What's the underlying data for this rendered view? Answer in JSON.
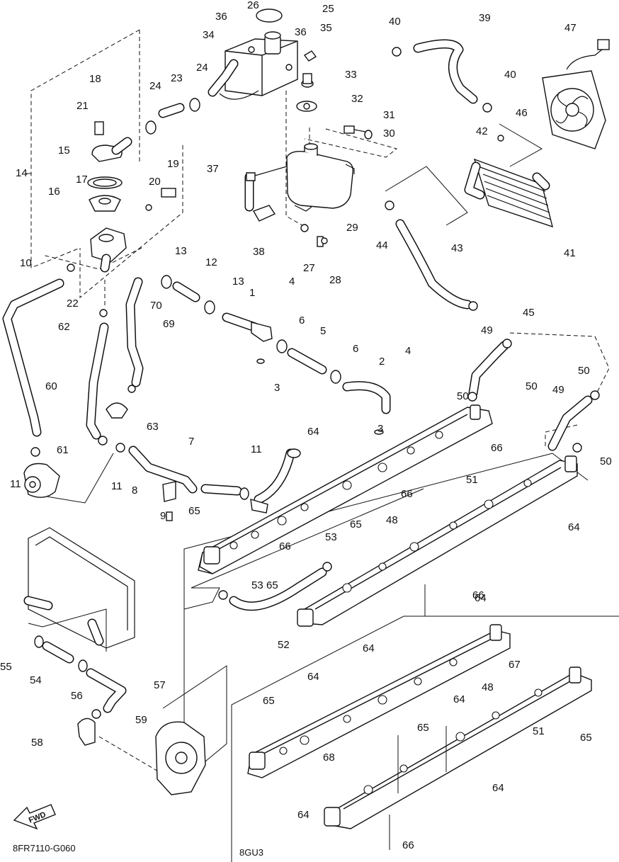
{
  "diagram": {
    "code": "8FR7110-G060",
    "variant_label": "8GU3",
    "fwd_label": "FWD",
    "callouts": [
      "1",
      "2",
      "3",
      "3",
      "4",
      "4",
      "5",
      "6",
      "6",
      "7",
      "8",
      "9",
      "10",
      "11",
      "11",
      "11",
      "12",
      "13",
      "13",
      "14",
      "15",
      "16",
      "17",
      "18",
      "19",
      "20",
      "21",
      "22",
      "23",
      "24",
      "24",
      "25",
      "26",
      "27",
      "28",
      "29",
      "30",
      "31",
      "32",
      "33",
      "34",
      "35",
      "36",
      "36",
      "37",
      "38",
      "39",
      "40",
      "40",
      "41",
      "42",
      "43",
      "44",
      "45",
      "46",
      "47",
      "48",
      "48",
      "49",
      "49",
      "50",
      "50",
      "50",
      "50",
      "51",
      "51",
      "52",
      "53",
      "53",
      "54",
      "55",
      "56",
      "57",
      "58",
      "59",
      "60",
      "61",
      "62",
      "63",
      "64",
      "64",
      "64",
      "64",
      "64",
      "64",
      "64",
      "64",
      "65",
      "65",
      "65",
      "65",
      "65",
      "65",
      "66",
      "66",
      "66",
      "66",
      "66",
      "67",
      "68",
      "69",
      "70"
    ]
  }
}
